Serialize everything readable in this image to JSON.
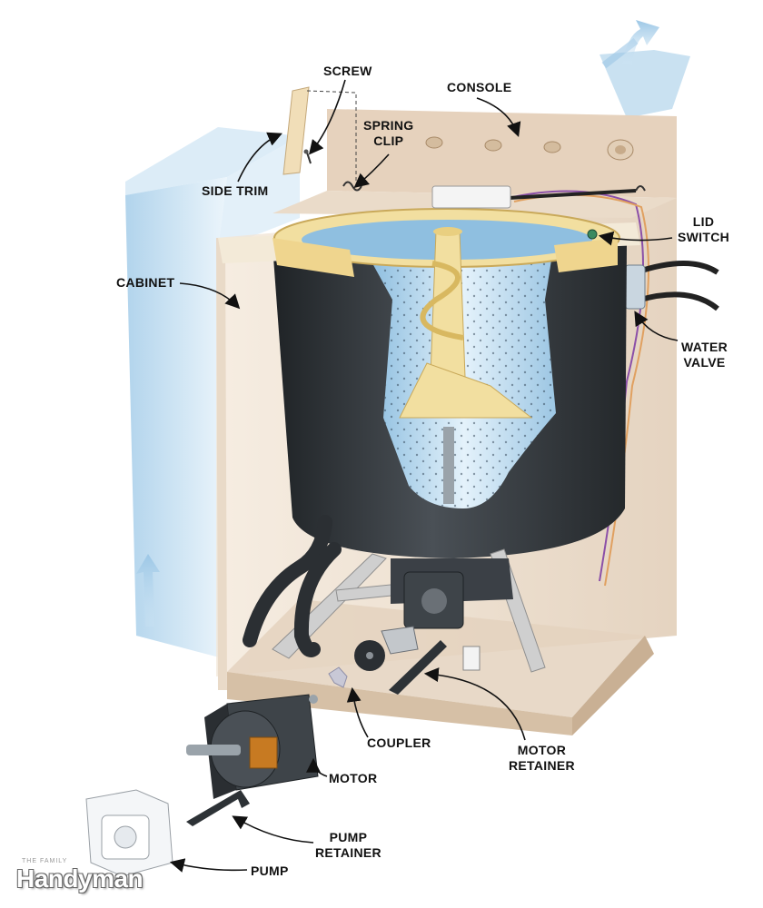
{
  "labels": {
    "screw": "SCREW",
    "console": "CONSOLE",
    "spring_clip": [
      "SPRING",
      "CLIP"
    ],
    "side_trim": "SIDE TRIM",
    "lid_switch": [
      "LID",
      "SWITCH"
    ],
    "cabinet": "CABINET",
    "water_valve": [
      "WATER",
      "VALVE"
    ],
    "coupler": "COUPLER",
    "motor_retainer": [
      "MOTOR",
      "RETAINER"
    ],
    "motor": "MOTOR",
    "pump_retainer": [
      "PUMP",
      "RETAINER"
    ],
    "pump": "PUMP"
  },
  "brand": {
    "small": "THE FAMILY",
    "name": "Handyman"
  },
  "colors": {
    "cabinet_blue": "#bcd9ee",
    "frame_tan": "#e8d5bf",
    "tub_dark": "#2f3438",
    "basket_blue": "#cfe6f4",
    "agitator": "#f2dfa0",
    "motor_brass": "#c77a22"
  }
}
